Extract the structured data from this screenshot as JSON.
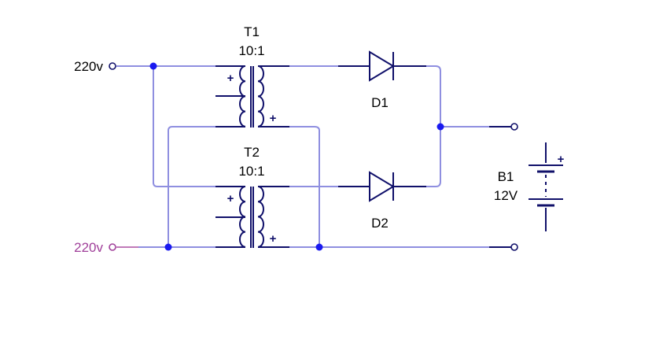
{
  "colors": {
    "wire": "#8f8fe0",
    "component": "#10106a",
    "node": "#1a1af0",
    "input_bottom_label": "#a0409a",
    "input_bottom_wire": "#c07ab8",
    "text": "#000000"
  },
  "inputs": {
    "top_label": "220v",
    "bottom_label": "220v"
  },
  "transformers": [
    {
      "ref": "T1",
      "ratio": "10:1"
    },
    {
      "ref": "T2",
      "ratio": "10:1"
    }
  ],
  "polarity_mark": "+",
  "diodes": [
    {
      "ref": "D1"
    },
    {
      "ref": "D2"
    }
  ],
  "battery": {
    "ref": "B1",
    "voltage": "12V",
    "polarity": "+"
  }
}
